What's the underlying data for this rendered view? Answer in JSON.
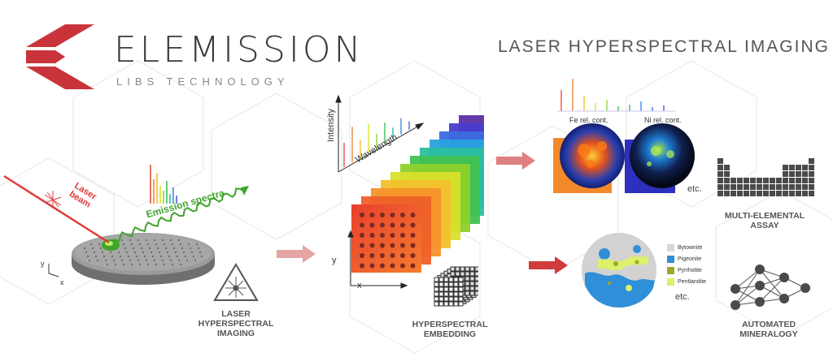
{
  "brand": {
    "name": "ELEMISSION",
    "tagline": "LIBS TECHNOLOGY",
    "logo_color": "#c9343b"
  },
  "headline": "LASER HYPERSPECTRAL IMAGING",
  "sample": {
    "laser_label": [
      "Laser",
      "beam"
    ],
    "emission_label": "Emission spectra",
    "axis_y": "y",
    "axis_x": "x"
  },
  "captions": {
    "laser_imaging": [
      "LASER",
      "HYPERSPECTRAL",
      "IMAGING"
    ],
    "embedding": [
      "HYPERSPECTRAL",
      "EMBEDDING"
    ],
    "assay": [
      "MULTI-ELEMENTAL",
      "ASSAY"
    ],
    "mineralogy": [
      "AUTOMATED",
      "MINERALOGY"
    ]
  },
  "cube": {
    "intensity_label": "Intensity",
    "wavelength_label": "Wavelength",
    "axis_y": "y",
    "axis_x": "x"
  },
  "maps": {
    "fe_label": "Fe rel. cont.",
    "ni_label": "Ni rel. cont.",
    "etc": "etc."
  },
  "legend": {
    "items": [
      {
        "label": "Bytownite",
        "color": "#d7d7d7"
      },
      {
        "label": "Pigeonite",
        "color": "#2f8fd8"
      },
      {
        "label": "Pyrrhotite",
        "color": "#a1a52a"
      },
      {
        "label": "Pentlandite",
        "color": "#dcf06a"
      }
    ],
    "etc": "etc."
  },
  "colors": {
    "arrow": "#d95f5f",
    "accent_green": "#3fa52b",
    "laser_red": "#e03a3a"
  }
}
